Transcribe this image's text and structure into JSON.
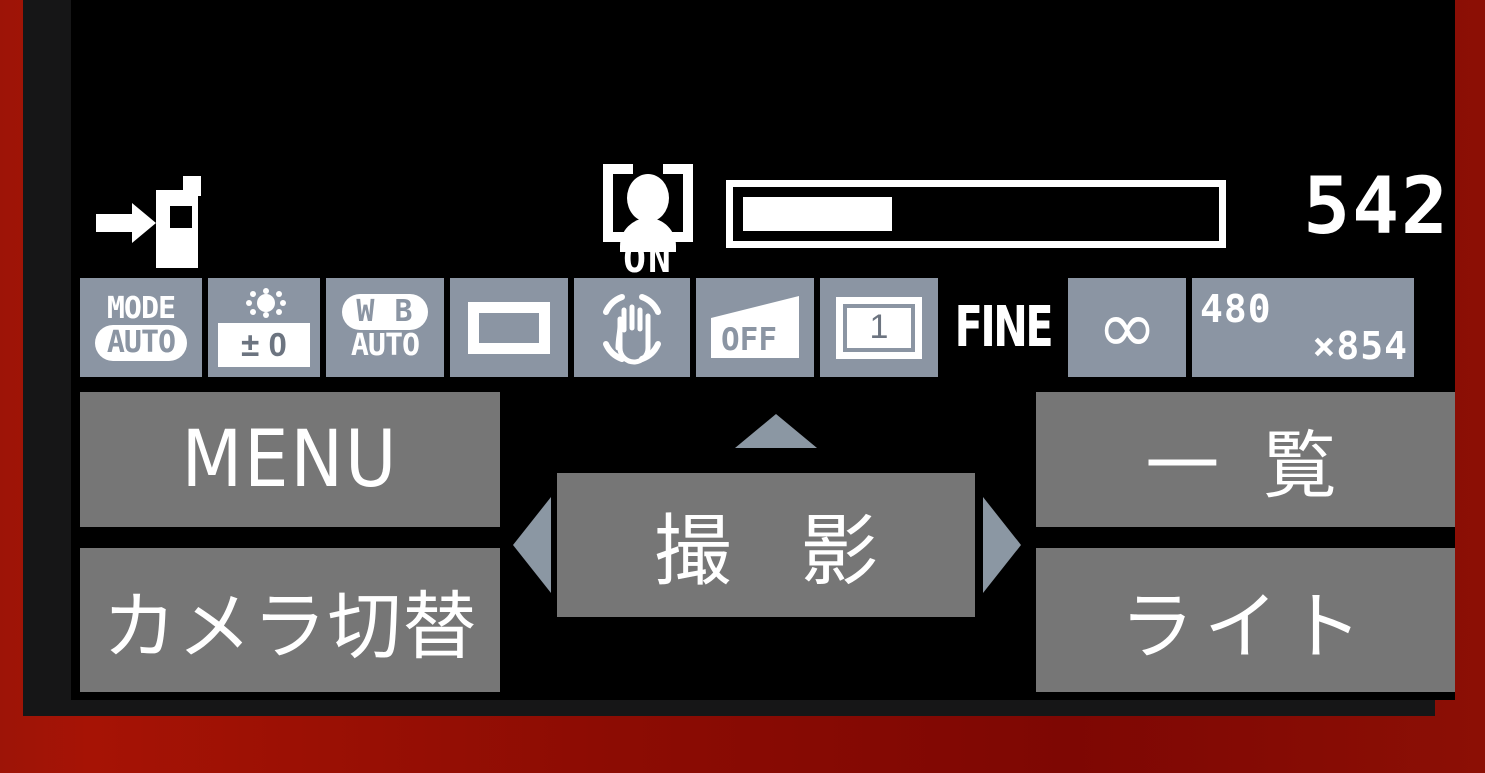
{
  "device": {
    "frame_color": "#8d0c03",
    "bezel_color": "#161617",
    "screen_color": "#000000",
    "accent_color": "#8b95a3",
    "button_color": "#767676"
  },
  "status_bar": {
    "storage_target": {
      "icon": "save-to-phone-icon",
      "label": "Save to phone memory"
    },
    "face_detect": {
      "icon": "face-detect-icon",
      "state": "ON"
    },
    "storage_bar": {
      "icon": "storage-bar",
      "fill_percent": 31
    },
    "shots_remaining": "542"
  },
  "settings_icons": [
    {
      "name": "shooting-mode",
      "line1": "MODE",
      "line2": "AUTO"
    },
    {
      "name": "exposure-compensation",
      "icon": "sun-icon",
      "value": "± 0"
    },
    {
      "name": "white-balance",
      "line1": "W B",
      "line2": "AUTO"
    },
    {
      "name": "scene-frame",
      "icon": "rectangle-icon"
    },
    {
      "name": "image-stabilizer",
      "icon": "hand-icon"
    },
    {
      "name": "flash",
      "icon": "flash-icon",
      "value": "OFF"
    },
    {
      "name": "continuous-shot-count",
      "value": "1"
    },
    {
      "name": "image-quality",
      "value": "FINE"
    },
    {
      "name": "focus-mode",
      "value": "∞"
    },
    {
      "name": "resolution",
      "line1": "480",
      "line2": "×854"
    }
  ],
  "buttons": {
    "menu": "MENU",
    "camera_switch": "カメラ切替",
    "shoot": "撮 影",
    "list": "一 覧",
    "light": "ライト"
  },
  "navigation": {
    "up_arrow": "▲",
    "left_arrow": "◀",
    "right_arrow": "▶"
  }
}
